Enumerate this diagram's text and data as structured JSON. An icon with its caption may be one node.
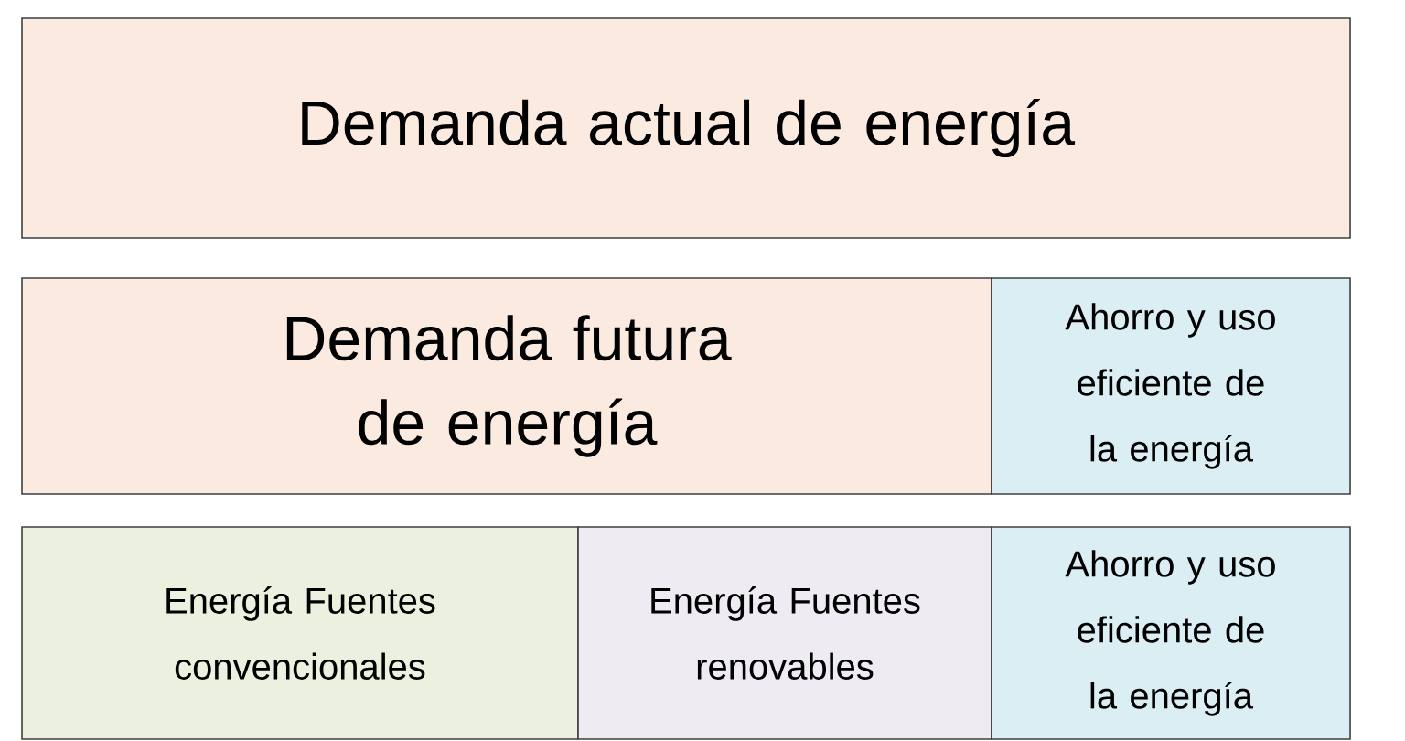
{
  "diagram": {
    "nodes": [
      {
        "text": [
          "Demanda actual de energía"
        ]
      },
      {
        "text": [
          "Demanda futura de energía"
        ]
      },
      {
        "text": [
          "Ahorro y uso eficiente de la energía"
        ]
      },
      {
        "text": [
          "Energía Fuentes convencionales"
        ]
      },
      {
        "text": [
          "Energía Fuentes renovables"
        ]
      },
      {
        "text": [
          "Ahorro y uso eficiente de la energía"
        ]
      }
    ]
  }
}
